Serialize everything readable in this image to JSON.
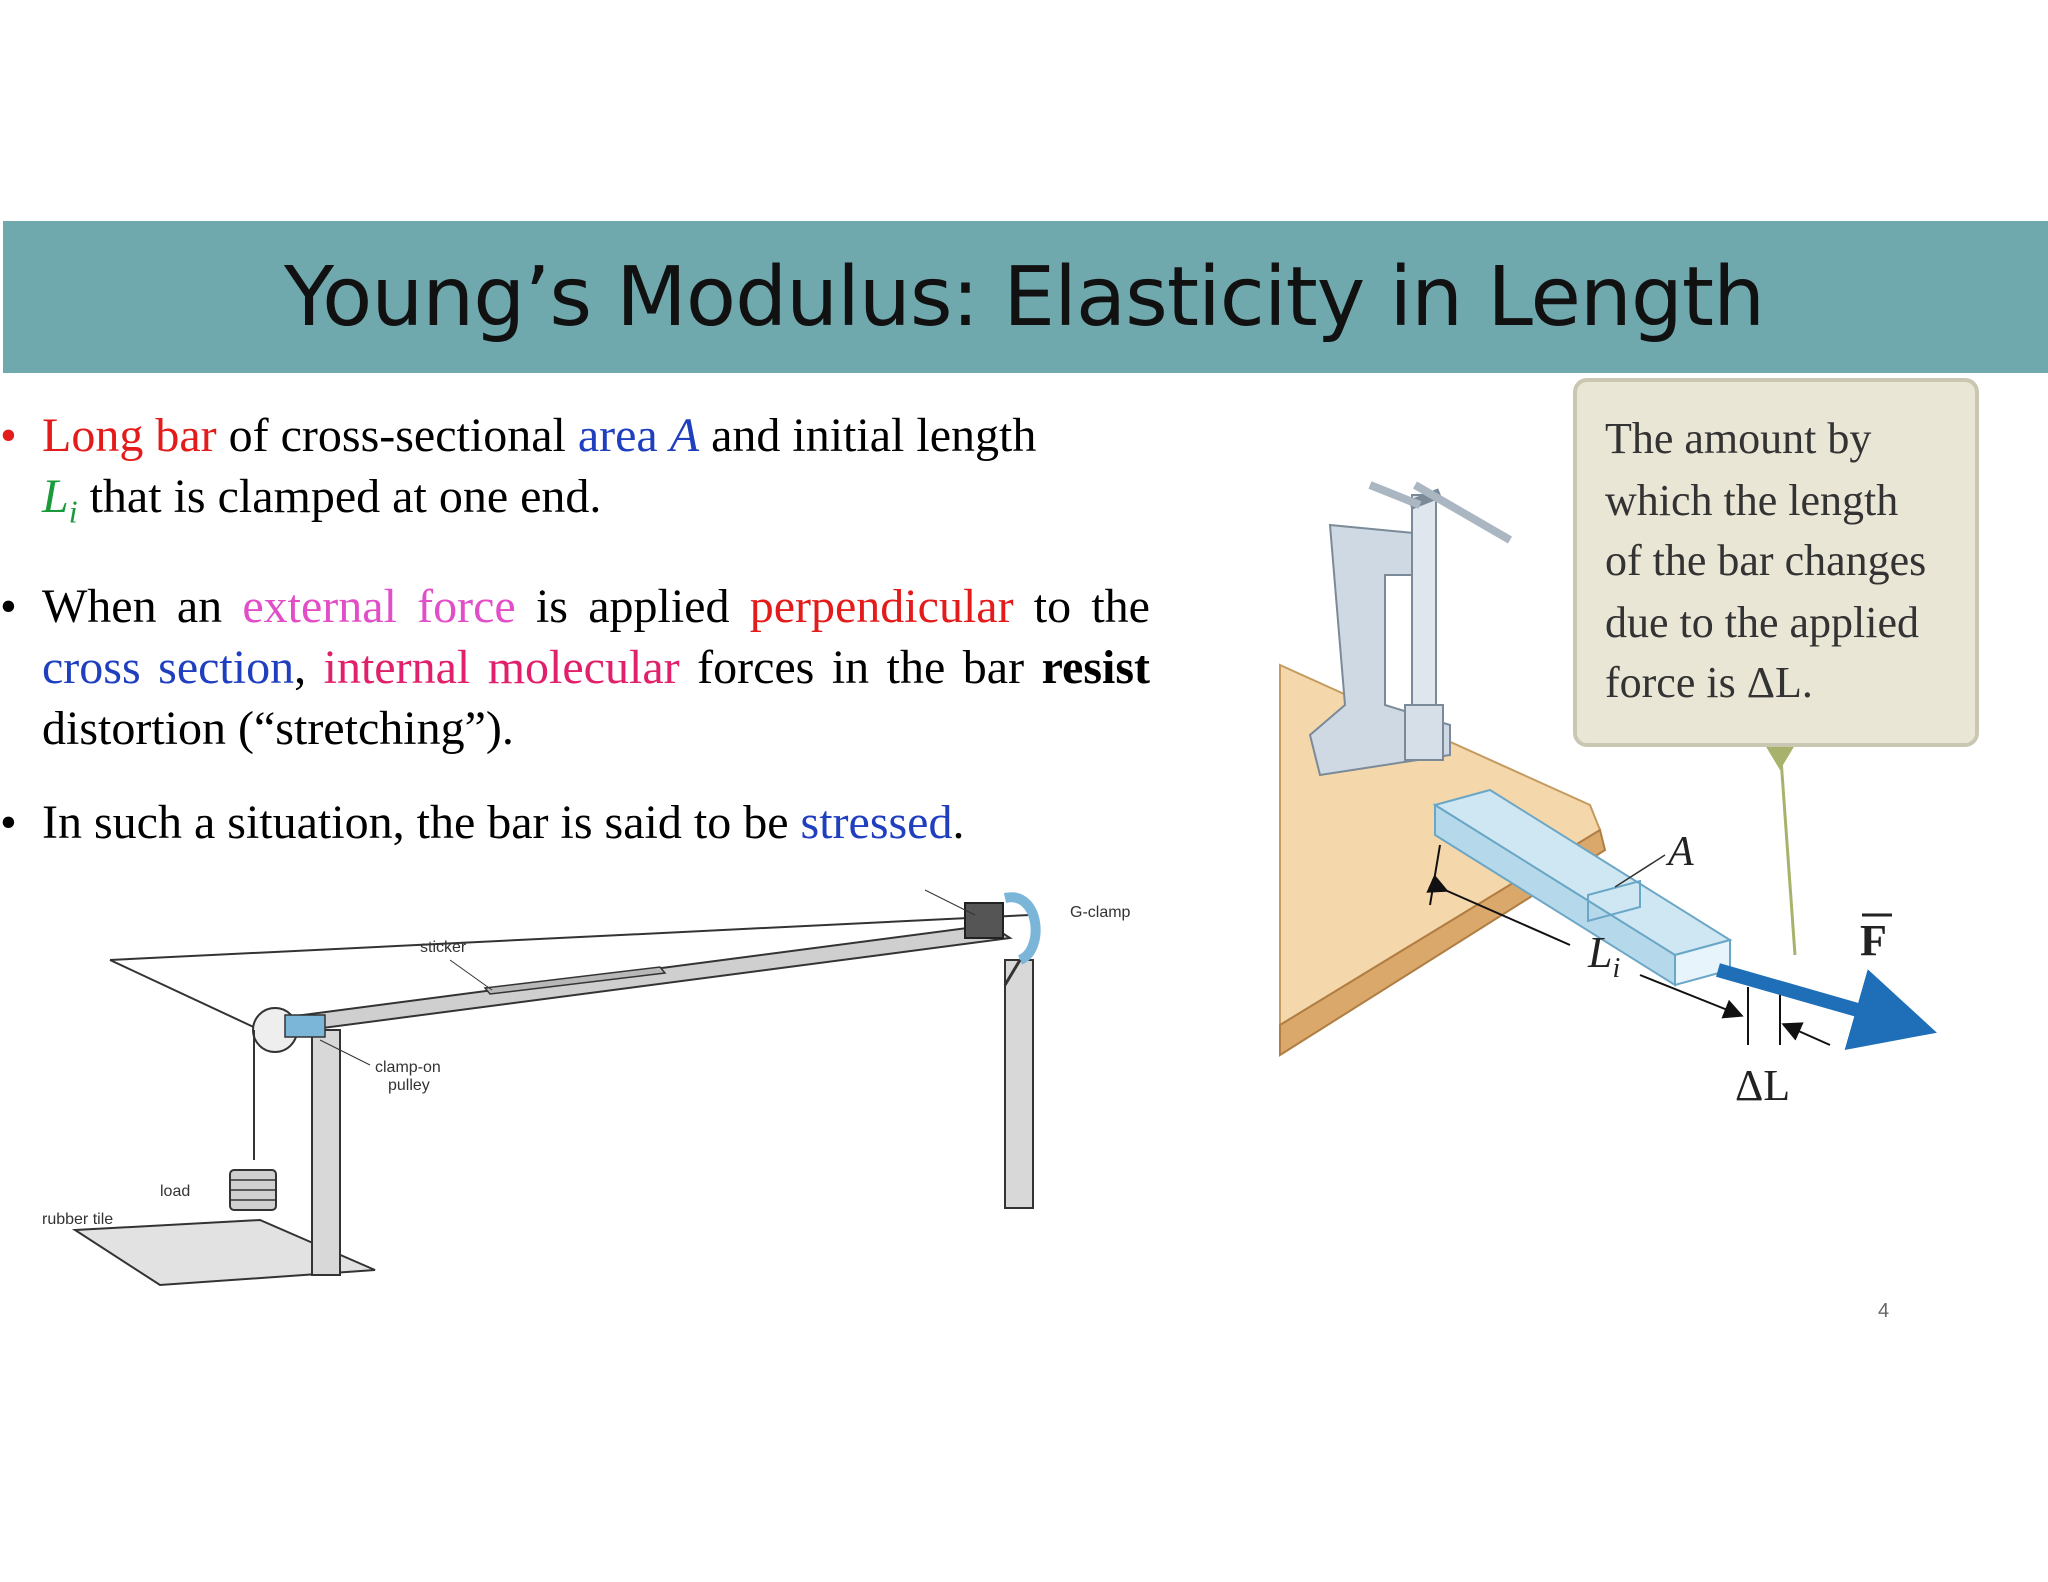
{
  "slide": {
    "title": "Young’s Modulus: Elasticity in Length",
    "page_number": "4"
  },
  "bullets": {
    "b1": {
      "long_bar": "Long bar",
      "of_cross": " of cross-sectional ",
      "area": "area",
      "A": "A",
      "and_initial": " and initial length",
      "L": "L",
      "i": "i",
      "clamped": " that is clamped at one end."
    },
    "b2": {
      "when_an": " When an ",
      "external_force": "external force",
      "is_applied": " is applied ",
      "perpendicular": "perpendicular",
      "to_the": " to the ",
      "cross_section": "cross section",
      "comma": ", ",
      "internal_molecular": "internal molecular",
      "forces_in_bar": " forces in the bar ",
      "resist": "resist",
      "distortion": " distortion (“stretching”)."
    },
    "b3": {
      "in_such": "In such a situation, the bar is said to be ",
      "stressed": "stressed",
      "period": "."
    }
  },
  "left_figure": {
    "sticker": "sticker",
    "g_clamp": "G-clamp",
    "clamp_on": "clamp-on",
    "pulley": "pulley",
    "load": "load",
    "rubber_tile": "rubber tile"
  },
  "right_figure": {
    "callout_lines": [
      "The amount by",
      "which the length",
      "of the bar changes",
      "due to the applied",
      "force is ΔL."
    ],
    "label_A": "A",
    "label_Li_L": "L",
    "label_Li_i": "i",
    "label_F": "F",
    "label_dL": "ΔL"
  },
  "colors": {
    "title_band": "#6fa8ad",
    "red": "#e41b1b",
    "blue": "#1f3fbf",
    "green": "#1a9a3a",
    "pink": "#e24ec8",
    "crimson": "#e0206a",
    "force_arrow": "#1e6fb8",
    "callout_bg": "#eae6d6"
  }
}
